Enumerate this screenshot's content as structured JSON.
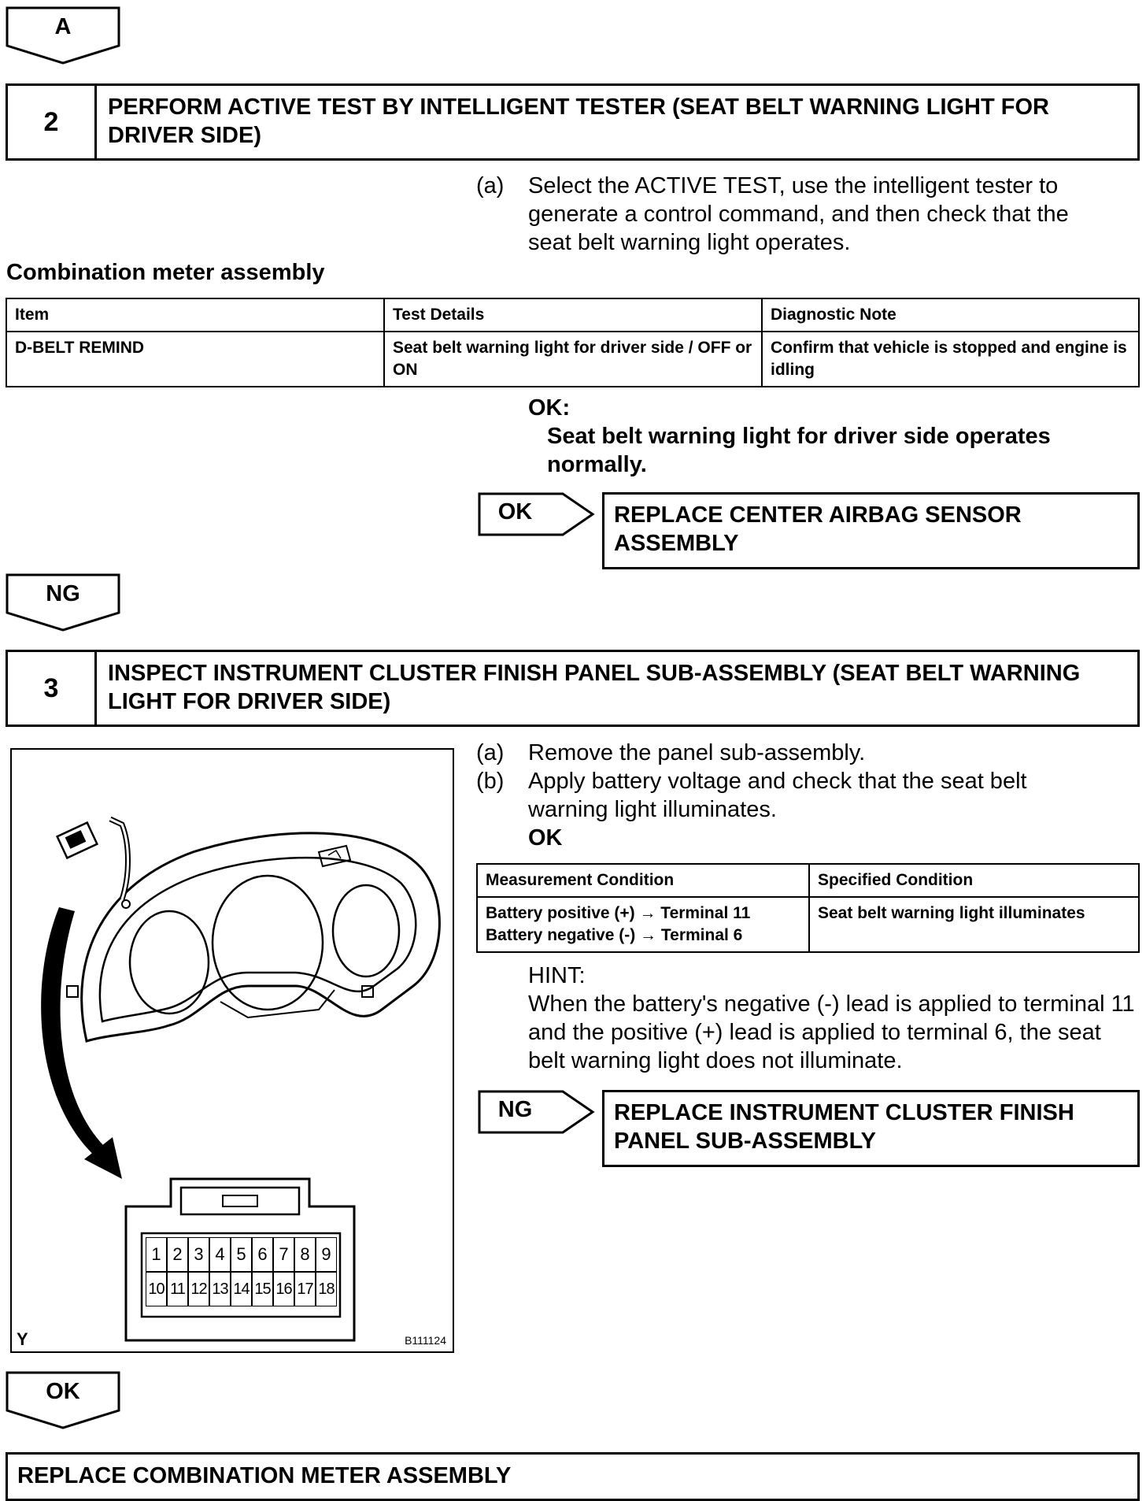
{
  "markers": {
    "a": "A",
    "ng": "NG",
    "ok_final": "OK"
  },
  "step2": {
    "number": "2",
    "title": "PERFORM ACTIVE TEST BY INTELLIGENT TESTER (SEAT BELT WARNING LIGHT FOR DRIVER SIDE)",
    "instruction_a_label": "(a)",
    "instruction_a_text": "Select the ACTIVE TEST, use the intelligent tester to generate a control command, and then check that the seat belt warning light operates.",
    "table_caption": "Combination meter assembly",
    "table_headers": [
      "Item",
      "Test Details",
      "Diagnostic Note"
    ],
    "table_row": [
      "D-BELT REMIND",
      "Seat belt warning light for driver side / OFF or ON",
      "Confirm that vehicle is stopped and engine is idling"
    ],
    "ok_heading": "OK:",
    "ok_text": "Seat belt warning light for driver side operates normally.",
    "result_tag": "OK",
    "result_text": "REPLACE CENTER AIRBAG SENSOR ASSEMBLY"
  },
  "step3": {
    "number": "3",
    "title": "INSPECT INSTRUMENT CLUSTER FINISH PANEL SUB-ASSEMBLY (SEAT BELT WARNING LIGHT FOR DRIVER SIDE)",
    "instruction_a_label": "(a)",
    "instruction_a_text": "Remove the panel sub-assembly.",
    "instruction_b_label": "(b)",
    "instruction_b_text": "Apply battery voltage and check that the seat belt warning light illuminates.",
    "ok_label": "OK",
    "table_headers": [
      "Measurement Condition",
      "Specified Condition"
    ],
    "table_row_condition_1": "Battery positive (+) → Terminal 11",
    "table_row_condition_2": "Battery negative (-) → Terminal 6",
    "table_row_specified": "Seat belt warning light illuminates",
    "hint_label": "HINT:",
    "hint_text": "When the battery's negative (-) lead is applied to terminal 11 and the positive (+) lead is applied to terminal 6, the seat belt warning light does not illuminate.",
    "result_tag": "NG",
    "result_text": "REPLACE INSTRUMENT CLUSTER FINISH PANEL SUB-ASSEMBLY"
  },
  "figure": {
    "connector_row_1": [
      "1",
      "2",
      "3",
      "4",
      "5",
      "6",
      "7",
      "8",
      "9"
    ],
    "connector_row_2": [
      "10",
      "11",
      "12",
      "13",
      "14",
      "15",
      "16",
      "17",
      "18"
    ],
    "corner_letter": "Y",
    "figure_code": "B111124"
  },
  "final_step": {
    "text": "REPLACE COMBINATION METER ASSEMBLY"
  }
}
